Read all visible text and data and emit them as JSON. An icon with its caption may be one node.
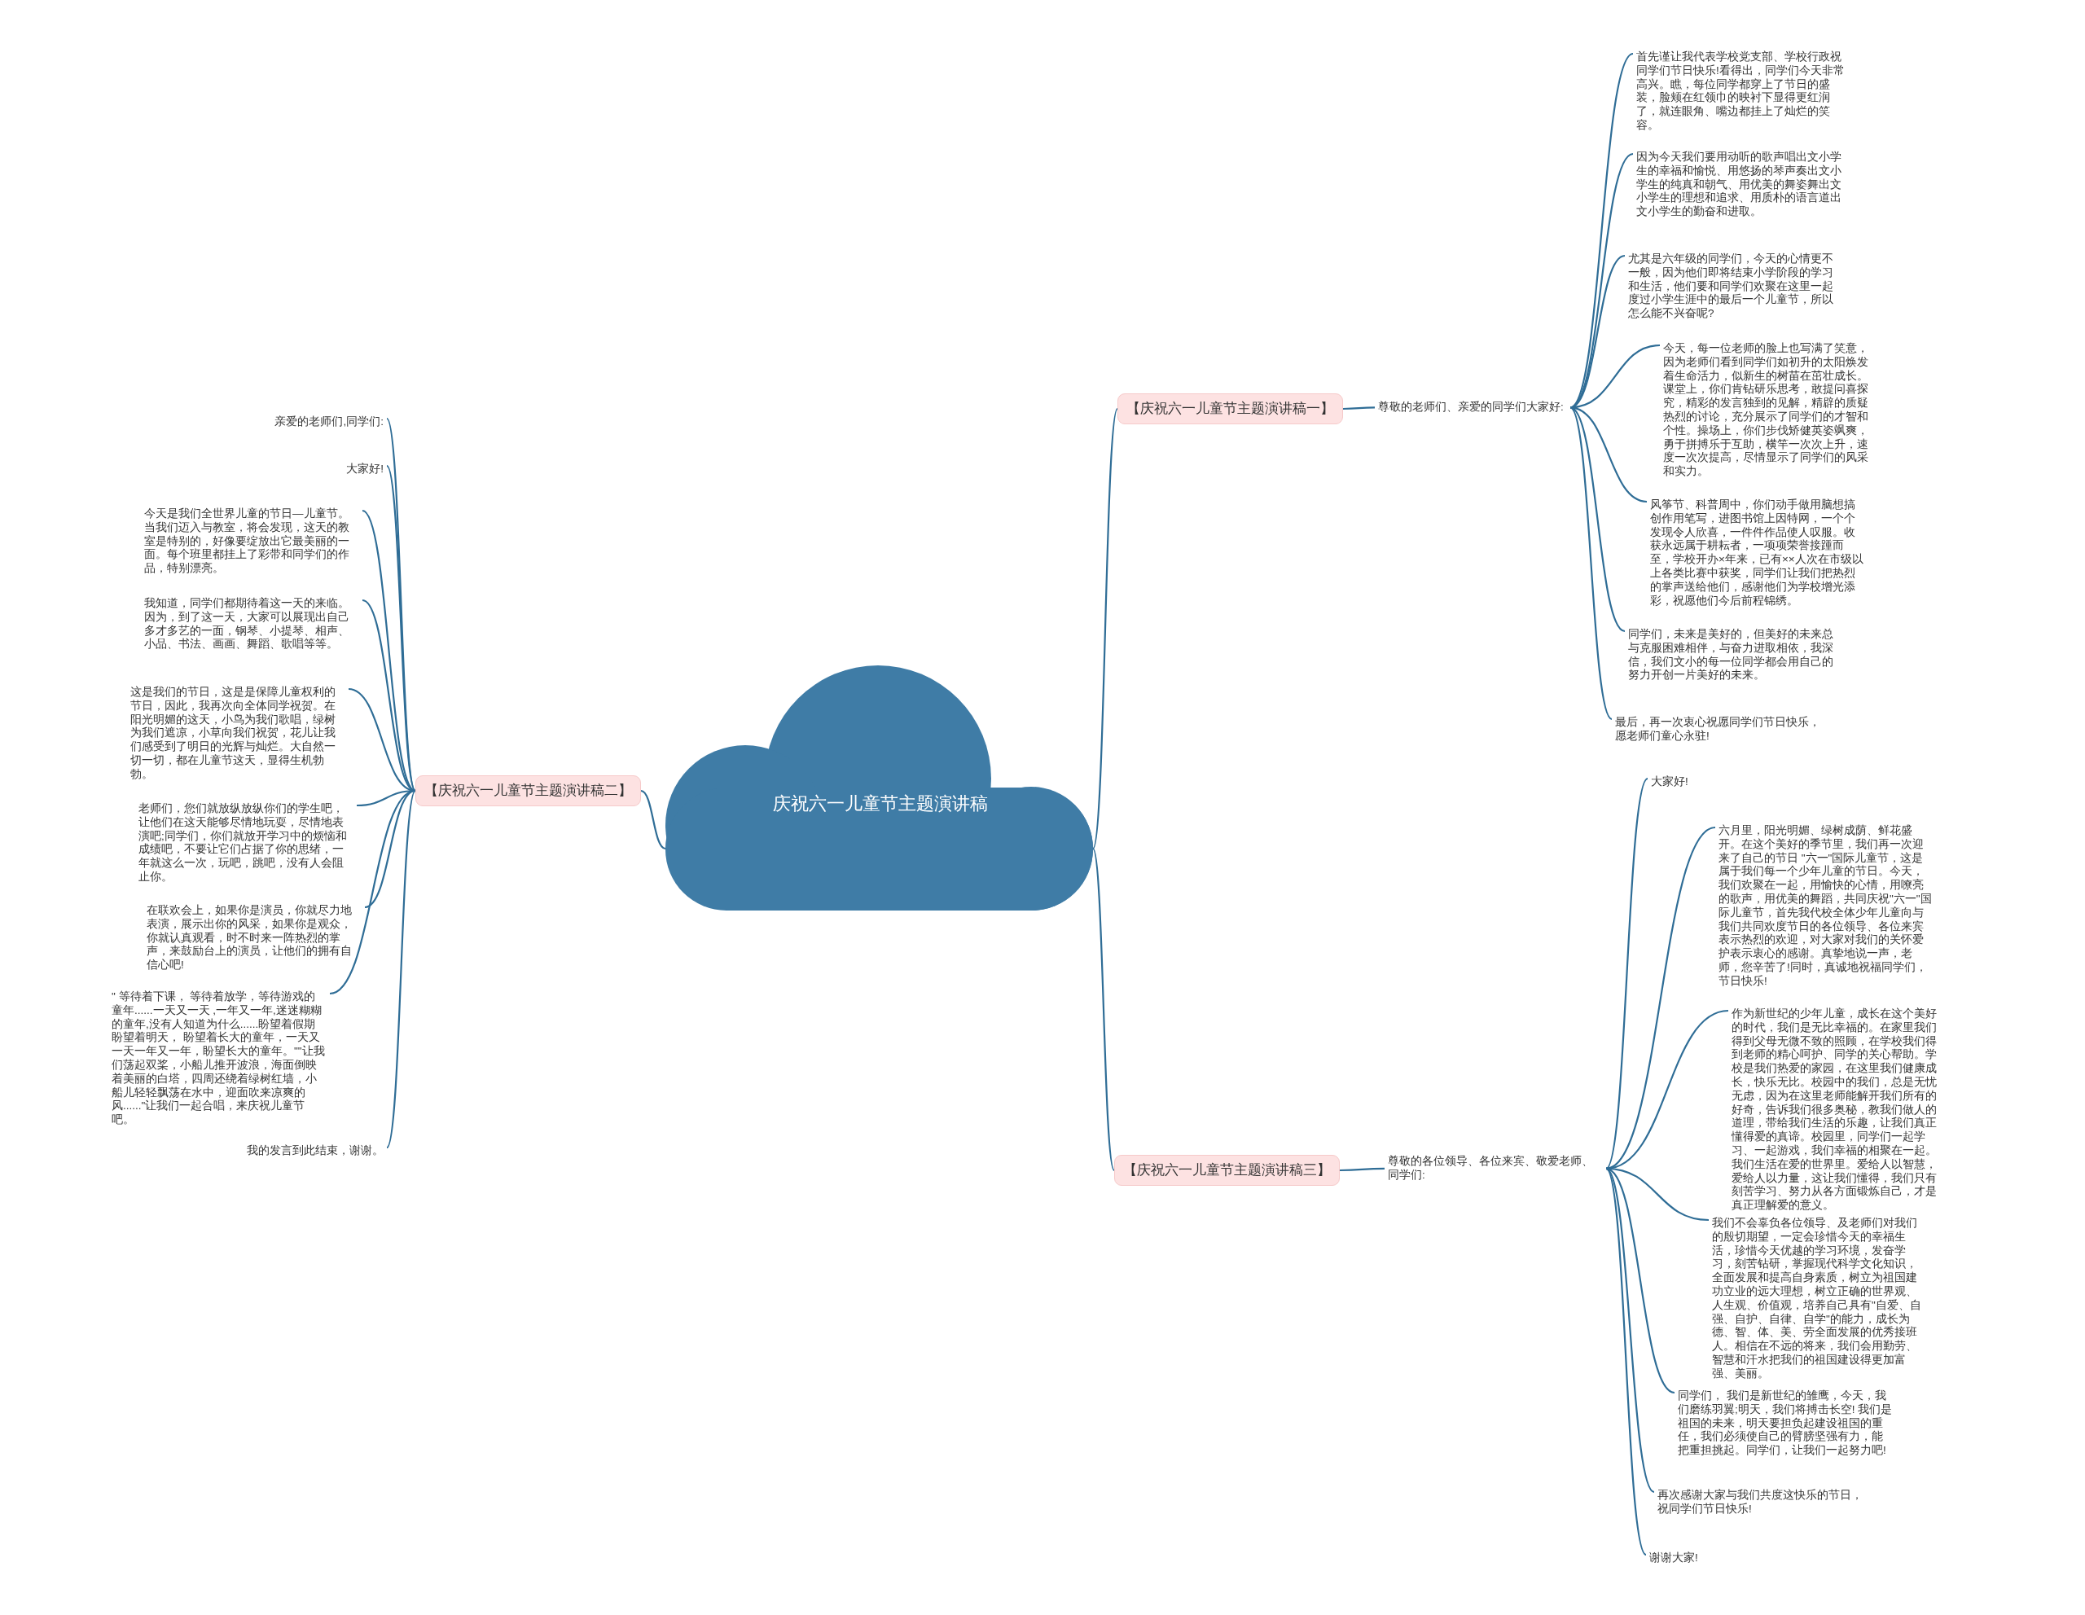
{
  "diagram": {
    "nodes": [
      {
        "text": [
          "庆祝六一儿童节主题演讲稿"
        ]
      },
      {
        "text": [
          "【庆祝六一儿童节主题演讲稿一】"
        ]
      },
      {
        "text": [
          "尊敬的老师们、亲爱的同学们大家好:"
        ]
      },
      {
        "text": [
          "首先谨让我代表学校党支部、学校行政祝同学们节日快乐!看得出，同学们今天非常高兴。瞧，每位同学都穿上了节日的盛装，脸颊在红领巾的映衬下显得更红润了，就连眼角、嘴边都挂上了灿烂的笑容。"
        ]
      },
      {
        "text": [
          "因为今天我们要用动听的歌声唱出文小学生的幸福和愉悦、用悠扬的琴声奏出文小学生的纯真和朝气、用优美的舞姿舞出文小学生的理想和追求、用质朴的语言道出文小学生的勤奋和进取。"
        ]
      },
      {
        "text": [
          "尤其是六年级的同学们，今天的心情更不一般，因为他们即将结束小学阶段的学习和生活，他们要和同学们欢聚在这里一起度过小学生涯中的最后一个儿童节，所以怎么能不兴奋呢?"
        ]
      },
      {
        "text": [
          "今天，每一位老师的脸上也写满了笑意，因为老师们看到同学们如初升的太阳焕发着生命活力，似新生的树苗在茁壮成长。课堂上，你们肯钻研乐思考，敢提问喜探究，精彩的发言独到的见解，精辟的质疑热烈的讨论，充分展示了同学们的才智和个性。操场上，你们步伐矫健英姿飒爽，勇于拼搏乐于互助，横竿一次次上升，速度一次次提高，尽情显示了同学们的风采和实力。"
        ]
      },
      {
        "text": [
          "风筝节、科普周中，你们动手做用脑想搞创作用笔写，进图书馆上因特网，一个个发现令人欣喜，一件件作品使人叹服。收获永远属于耕耘者，一项项荣誉接踵而至，学校开办×年来，已有××人次在市级以上各类比赛中获奖，同学们让我们把热烈的掌声送给他们，感谢他们为学校增光添彩，祝愿他们今后前程锦绣。"
        ]
      },
      {
        "text": [
          "同学们，未来是美好的，但美好的未来总与克服困难相伴，与奋力进取相依，我深信，我们文小的每一位同学都会用自己的努力开创一片美好的未来。"
        ]
      },
      {
        "text": [
          "最后，再一次衷心祝愿同学们节日快乐，愿老师们童心永驻!"
        ]
      },
      {
        "text": [
          "【庆祝六一儿童节主题演讲稿二】"
        ]
      },
      {
        "text": [
          "亲爱的老师们,同学们:"
        ]
      },
      {
        "text": [
          "大家好!"
        ]
      },
      {
        "text": [
          "今天是我们全世界儿童的节日—儿童节。当我们迈入与教室，将会发现，这天的教室是特别的，好像要绽放出它最美丽的一面。每个班里都挂上了彩带和同学们的作品，特别漂亮。"
        ]
      },
      {
        "text": [
          "我知道，同学们都期待着这一天的来临。因为，到了这一天，大家可以展现出自己多才多艺的一面，钢琴、小提琴、相声、小品、书法、画画、舞蹈、歌唱等等。"
        ]
      },
      {
        "text": [
          "这是我们的节日，这是是保障儿童权利的节日，因此，我再次向全体同学祝贺。在阳光明媚的这天，小鸟为我们歌唱，绿树为我们遮凉，小草向我们祝贺，花儿让我们感受到了明日的光辉与灿烂。大自然一切一切，都在儿童节这天，显得生机勃勃。"
        ]
      },
      {
        "text": [
          "老师们，您们就放纵放纵你们的学生吧，让他们在这天能够尽情地玩耍，尽情地表演吧;同学们，你们就放开学习中的烦恼和成绩吧，不要让它们占据了你的思绪，一年就这么一次，玩吧，跳吧，没有人会阻止你。"
        ]
      },
      {
        "text": [
          "在联欢会上，如果你是演员，你就尽力地表演，展示出你的风采，如果你是观众，你就认真观看，时不时来一阵热烈的掌声，来鼓励台上的演员，让他们的拥有自信心吧!"
        ]
      },
      {
        "text": [
          "\" 等待着下课， 等待着放学，等待游戏的童年......一天又一天 ,一年又一年,迷迷糊糊的童年,没有人知道为什么......盼望着假期盼望着明天， 盼望着长大的童年，一天又一天一年又一年，盼望长大的童年。\"\"让我们荡起双桨，小船儿推开波浪，海面倒映着美丽的白塔，四周还绕着绿树红墙，小船儿轻轻飘荡在水中，迎面吹来凉爽的风......\"让我们一起合唱，来庆祝儿童节吧。"
        ]
      },
      {
        "text": [
          "我的发言到此结束，谢谢。"
        ]
      },
      {
        "text": [
          "【庆祝六一儿童节主题演讲稿三】"
        ]
      },
      {
        "text": [
          "尊敬的各位领导、各位来宾、敬爱老师、同学们:"
        ]
      },
      {
        "text": [
          "大家好!"
        ]
      },
      {
        "text": [
          "六月里，阳光明媚、绿树成荫、鲜花盛开。在这个美好的季节里，我们再一次迎来了自己的节日 \"六一\"国际儿童节，这是属于我们每一个少年儿童的节日。今天，我们欢聚在一起，用愉快的心情，用嘹亮的歌声，用优美的舞蹈，共同庆祝\"六一\"国际儿童节，首先我代校全体少年儿童向与我们共同欢度节日的各位领导、各位来宾表示热烈的欢迎，对大家对我们的关怀爱护表示衷心的感谢。真挚地说一声，老师，您辛苦了!同时，真诚地祝福同学们，节日快乐!"
        ]
      },
      {
        "text": [
          "作为新世纪的少年儿童，成长在这个美好的时代，我们是无比幸福的。在家里我们得到父母无微不致的照顾，在学校我们得到老师的精心呵护、同学的关心帮助。学校是我们热爱的家园，在这里我们健康成长，快乐无比。校园中的我们，总是无忧无虑，因为在这里老师能解开我们所有的好奇，告诉我们很多奥秘，教我们做人的道理，带给我们生活的乐趣，让我们真正懂得爱的真谛。校园里，同学们一起学习、一起游戏，我们幸福的相聚在一起。我们生活在爱的世界里。爱给人以智慧，爱给人以力量，这让我们懂得，我们只有刻苦学习、努力从各方面锻炼自己，才是真正理解爱的意义。"
        ]
      },
      {
        "text": [
          "我们不会辜负各位领导、及老师们对我们的殷切期望，一定会珍惜今天的幸福生活，珍惜今天优越的学习环境，发奋学习，刻苦钻研，掌握现代科学文化知识，全面发展和提高自身素质，树立为祖国建功立业的远大理想，树立正确的世界观、人生观、价值观，培养自己具有\"自爱、自强、自护、自律、自学\"的能力，成长为德、智、体、美、劳全面发展的优秀接班人。相信在不远的将来，我们会用勤劳、智慧和汗水把我们的祖国建设得更加富强、美丽。"
        ]
      },
      {
        "text": [
          "同学们， 我们是新世纪的雏鹰，今天，我们磨练羽翼;明天，我们将搏击长空! 我们是祖国的未来，明天要担负起建设祖国的重任，我们必须使自己的臂膀坚强有力，能把重担挑起。同学们，让我们一起努力吧!"
        ]
      },
      {
        "text": [
          "再次感谢大家与我们共度这快乐的节日，祝同学们节日快乐!"
        ]
      },
      {
        "text": [
          "谢谢大家!"
        ]
      }
    ],
    "edges": [
      {
        "from": 0,
        "to": 1,
        "arrow": "none"
      },
      {
        "from": 1,
        "to": 2,
        "arrow": "none"
      },
      {
        "from": 2,
        "to": 3,
        "arrow": "none"
      },
      {
        "from": 2,
        "to": 4,
        "arrow": "none"
      },
      {
        "from": 2,
        "to": 5,
        "arrow": "none"
      },
      {
        "from": 2,
        "to": 6,
        "arrow": "none"
      },
      {
        "from": 2,
        "to": 7,
        "arrow": "none"
      },
      {
        "from": 2,
        "to": 8,
        "arrow": "none"
      },
      {
        "from": 2,
        "to": 9,
        "arrow": "none"
      },
      {
        "from": 0,
        "to": 10,
        "arrow": "none"
      },
      {
        "from": 10,
        "to": 11,
        "arrow": "none"
      },
      {
        "from": 10,
        "to": 12,
        "arrow": "none"
      },
      {
        "from": 10,
        "to": 13,
        "arrow": "none"
      },
      {
        "from": 10,
        "to": 14,
        "arrow": "none"
      },
      {
        "from": 10,
        "to": 15,
        "arrow": "none"
      },
      {
        "from": 10,
        "to": 16,
        "arrow": "none"
      },
      {
        "from": 10,
        "to": 17,
        "arrow": "none"
      },
      {
        "from": 10,
        "to": 18,
        "arrow": "none"
      },
      {
        "from": 10,
        "to": 19,
        "arrow": "none"
      },
      {
        "from": 0,
        "to": 20,
        "arrow": "none"
      },
      {
        "from": 20,
        "to": 21,
        "arrow": "none"
      },
      {
        "from": 21,
        "to": 22,
        "arrow": "none"
      },
      {
        "from": 21,
        "to": 23,
        "arrow": "none"
      },
      {
        "from": 21,
        "to": 24,
        "arrow": "none"
      },
      {
        "from": 21,
        "to": 25,
        "arrow": "none"
      },
      {
        "from": 21,
        "to": 26,
        "arrow": "none"
      },
      {
        "from": 21,
        "to": 27,
        "arrow": "none"
      },
      {
        "from": 21,
        "to": 28,
        "arrow": "none"
      }
    ]
  }
}
